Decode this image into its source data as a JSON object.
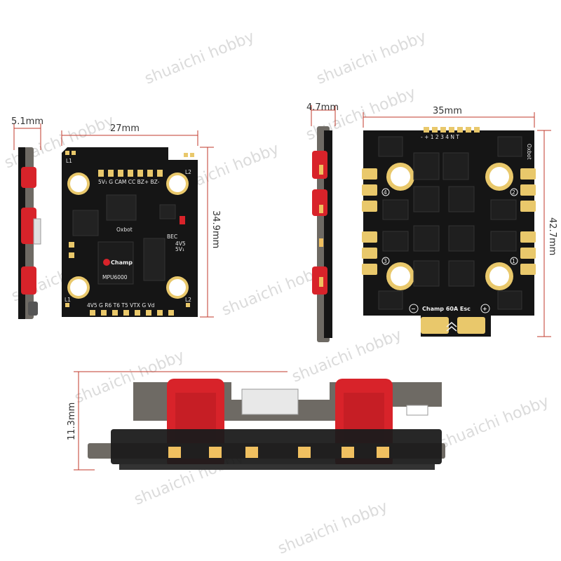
{
  "watermark": "shuaichi hobby",
  "dimensions": {
    "fc_thickness": "5.1mm",
    "fc_width": "27mm",
    "fc_height": "34.9mm",
    "esc_thickness": "4.7mm",
    "esc_width": "35mm",
    "esc_height": "42.7mm",
    "stack_height": "11.3mm"
  },
  "fc_labels": {
    "top_pads": "5V₁ G CAM CC BZ+ BZ-",
    "brand": "Oxbot",
    "logo": "Champ",
    "imu": "MPU6000",
    "bec_a": "BEC",
    "bec_b": "4V5",
    "bec_c": "5V₁",
    "bottom_pads": "4V5 G R6 T6 T5 VTX G Vd",
    "corner_tr": "L2",
    "corner_tl": "L1",
    "corner_bl": "L1",
    "corner_br": "L2"
  },
  "esc_labels": {
    "top_pads": "- + 1 2 3 4 N T",
    "brand": "Oxbot",
    "model": "Champ 60A Esc",
    "minus": "−",
    "plus": "+",
    "motor_1": "1",
    "motor_2": "2",
    "motor_3": "3",
    "motor_4": "4"
  },
  "colors": {
    "pcb": "#151515",
    "pad": "#e9c86b",
    "capacitor_red": "#d8232a",
    "frame_grey": "#6e6a64",
    "dimension_line": "#c0392b"
  }
}
